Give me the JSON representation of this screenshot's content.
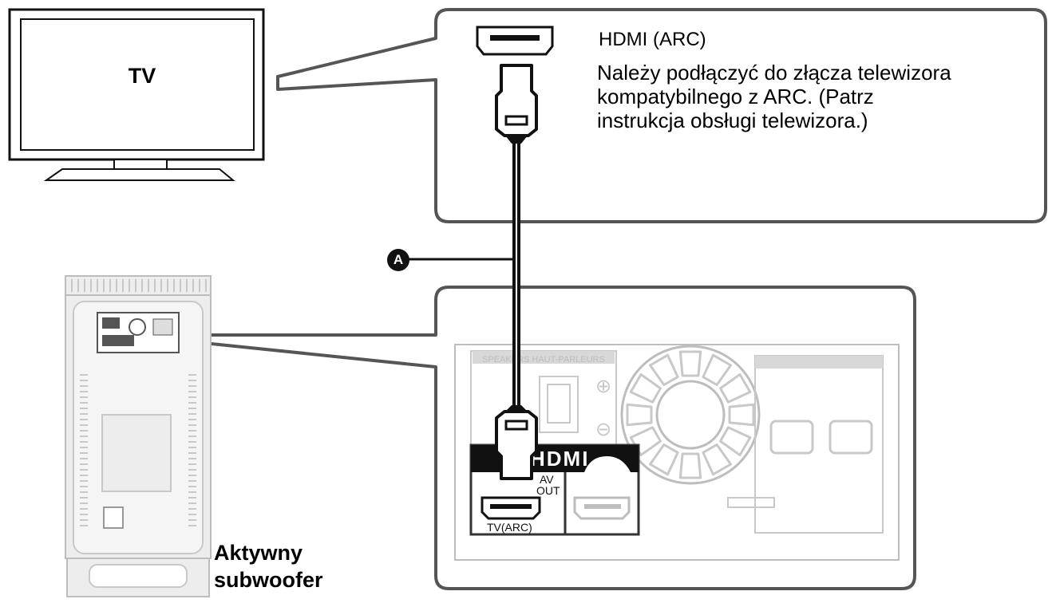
{
  "tv": {
    "label": "TV"
  },
  "callout_top": {
    "title": "HDMI (ARC)",
    "description_lines": [
      "Należy podłączyć do złącza telewizora",
      "kompatybilnego z ARC. (Patrz",
      "instrukcja obsługi telewizora.)"
    ]
  },
  "cable": {
    "marker": "A"
  },
  "panel": {
    "speakers_label": "SPEAKERS HAUT-PARLEURS",
    "plus_symbol": "⊕",
    "minus_symbol": "⊖",
    "hdmi_logo": "HDMI",
    "av_out_line1": "AV",
    "av_out_line2": "OUT",
    "tv_arc_label": "TV(ARC)"
  },
  "subwoofer": {
    "label_line1": "Aktywny",
    "label_line2": "subwoofer"
  },
  "colors": {
    "outline": "#555555",
    "faded_panel": "#bdbdbd",
    "black": "#111111"
  }
}
